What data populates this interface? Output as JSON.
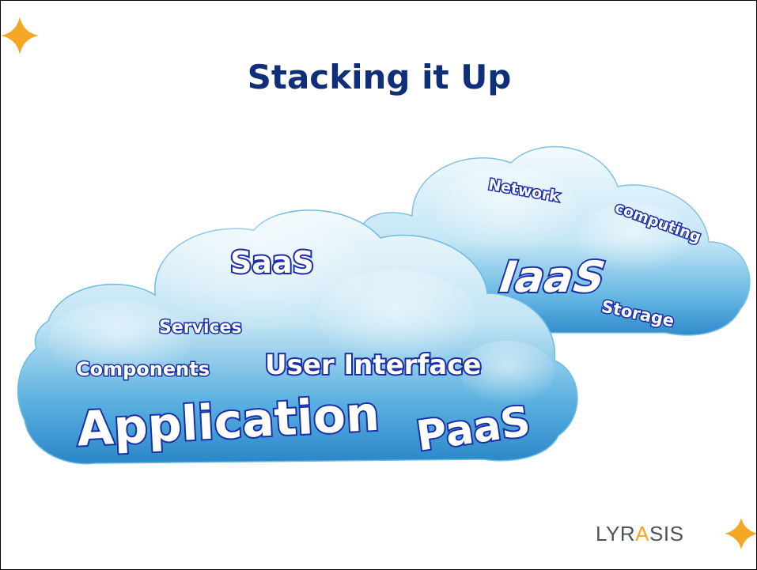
{
  "slide": {
    "title": "Stacking it Up"
  },
  "clouds": {
    "back": {
      "words": [
        "Network",
        "computing",
        "IaaS",
        "Storage"
      ]
    },
    "front": {
      "words": [
        "SaaS",
        "Services",
        "Components",
        "User Interface",
        "Application",
        "PaaS"
      ]
    }
  },
  "logo": {
    "text_before": "LYR",
    "text_accent": "A",
    "text_after": "SIS"
  },
  "colors": {
    "title": "#0f2f7a",
    "accent_star": "#f5a623",
    "cloud_fill_top": "#e9f6fb",
    "cloud_fill_bottom": "#2a8fd0",
    "word_stroke": "#1a2ea8"
  }
}
